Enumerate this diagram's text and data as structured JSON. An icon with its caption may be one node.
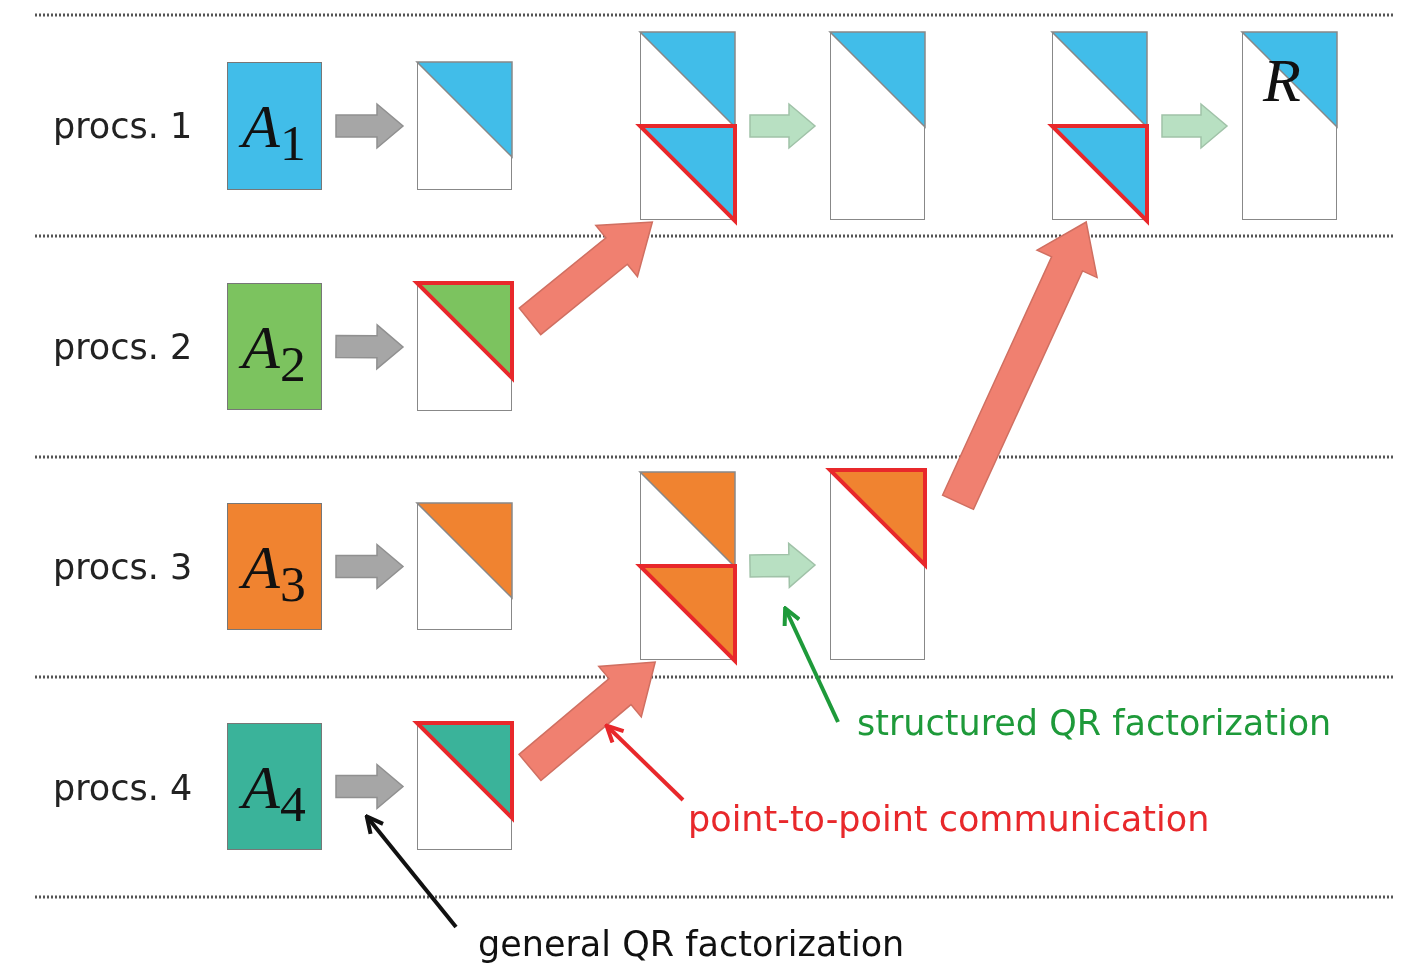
{
  "diagram": {
    "nodes": [
      {
        "text": [
          "*A*$_{1}$"
        ]
      },
      {
        "text": [],
        "shape": "box"
      },
      {
        "text": [
          "*A*$_{2}$"
        ]
      },
      {
        "text": [],
        "shape": "box"
      },
      {
        "text": [
          "*A*$_{3}$"
        ]
      },
      {
        "text": [],
        "shape": "box"
      },
      {
        "text": [
          "*A*$_{4}$"
        ]
      },
      {
        "text": [],
        "shape": "box"
      },
      {
        "text": [],
        "shape": "box"
      },
      {
        "text": [],
        "shape": "box"
      },
      {
        "text": [],
        "shape": "box"
      },
      {
        "text": [],
        "shape": "box"
      },
      {
        "text": [],
        "shape": "box"
      },
      {
        "text": [
          "R"
        ]
      },
      {
        "text": [
          "structured QR factorization"
        ]
      },
      {
        "text": [
          "point-to-point communication"
        ]
      },
      {
        "text": [
          "general QR factorization"
        ]
      }
    ],
    "edges": [
      {
        "from": 0,
        "to": 1,
        "arrow": "to",
        "style": "thick",
        "color": "#a6a6a6"
      },
      {
        "from": 2,
        "to": 3,
        "arrow": "to",
        "style": "thick",
        "color": "#a6a6a6"
      },
      {
        "from": 4,
        "to": 5,
        "arrow": "to",
        "style": "thick",
        "color": "#a6a6a6"
      },
      {
        "from": 6,
        "to": 7,
        "arrow": "to",
        "style": "thick",
        "color": "#a6a6a6"
      },
      {
        "from": 3,
        "to": 8,
        "arrow": "to",
        "style": "thick",
        "color": "#f08070"
      },
      {
        "from": 7,
        "to": 10,
        "arrow": "to",
        "style": "thick",
        "color": "#f08070"
      },
      {
        "from": 8,
        "to": 9,
        "arrow": "to",
        "style": "thick",
        "color": "#b8e0c2"
      },
      {
        "from": 10,
        "to": 11,
        "arrow": "to",
        "style": "thick",
        "color": "#b8e0c2"
      },
      {
        "from": 11,
        "to": 12,
        "arrow": "to",
        "style": "thick",
        "color": "#f08070"
      },
      {
        "from": 12,
        "to": 13,
        "arrow": "to",
        "style": "thick",
        "color": "#b8e0c2"
      },
      {
        "from": 14,
        "to": null,
        "arrow": "to",
        "color": "#1e9a3a"
      },
      {
        "from": 15,
        "to": null,
        "arrow": "to",
        "color": "#e8282b"
      },
      {
        "from": 16,
        "to": null,
        "arrow": "to",
        "color": "#111111"
      }
    ],
    "labels": [
      "procs. 1",
      "procs. 2",
      "procs. 3",
      "procs. 4"
    ]
  }
}
